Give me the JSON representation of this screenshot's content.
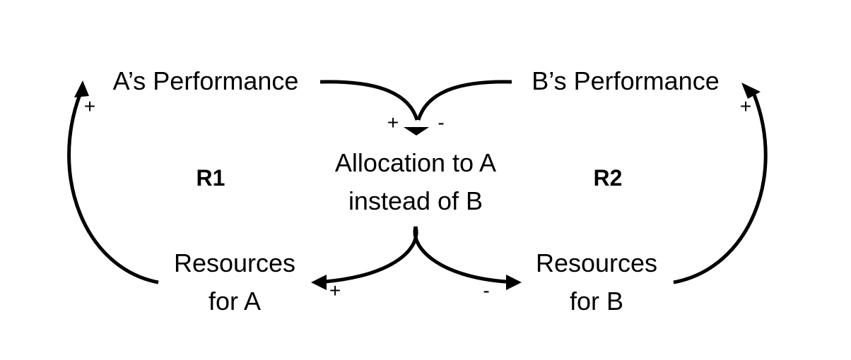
{
  "diagram": {
    "nodes": {
      "a_performance": "A’s Performance",
      "b_performance": "B’s Performance",
      "allocation_line1": "Allocation to A",
      "allocation_line2": "instead of B",
      "resources_a_line1": "Resources",
      "resources_a_line2": "for A",
      "resources_b_line1": "Resources",
      "resources_b_line2": "for B"
    },
    "loops": {
      "r1": "R1",
      "r2": "R2"
    },
    "polarities": {
      "a_perf_to_allocation": "+",
      "b_perf_to_allocation": "-",
      "allocation_to_resources_a": "+",
      "allocation_to_resources_b": "-",
      "resources_a_to_a_perf": "+",
      "resources_b_to_b_perf": "+"
    }
  }
}
